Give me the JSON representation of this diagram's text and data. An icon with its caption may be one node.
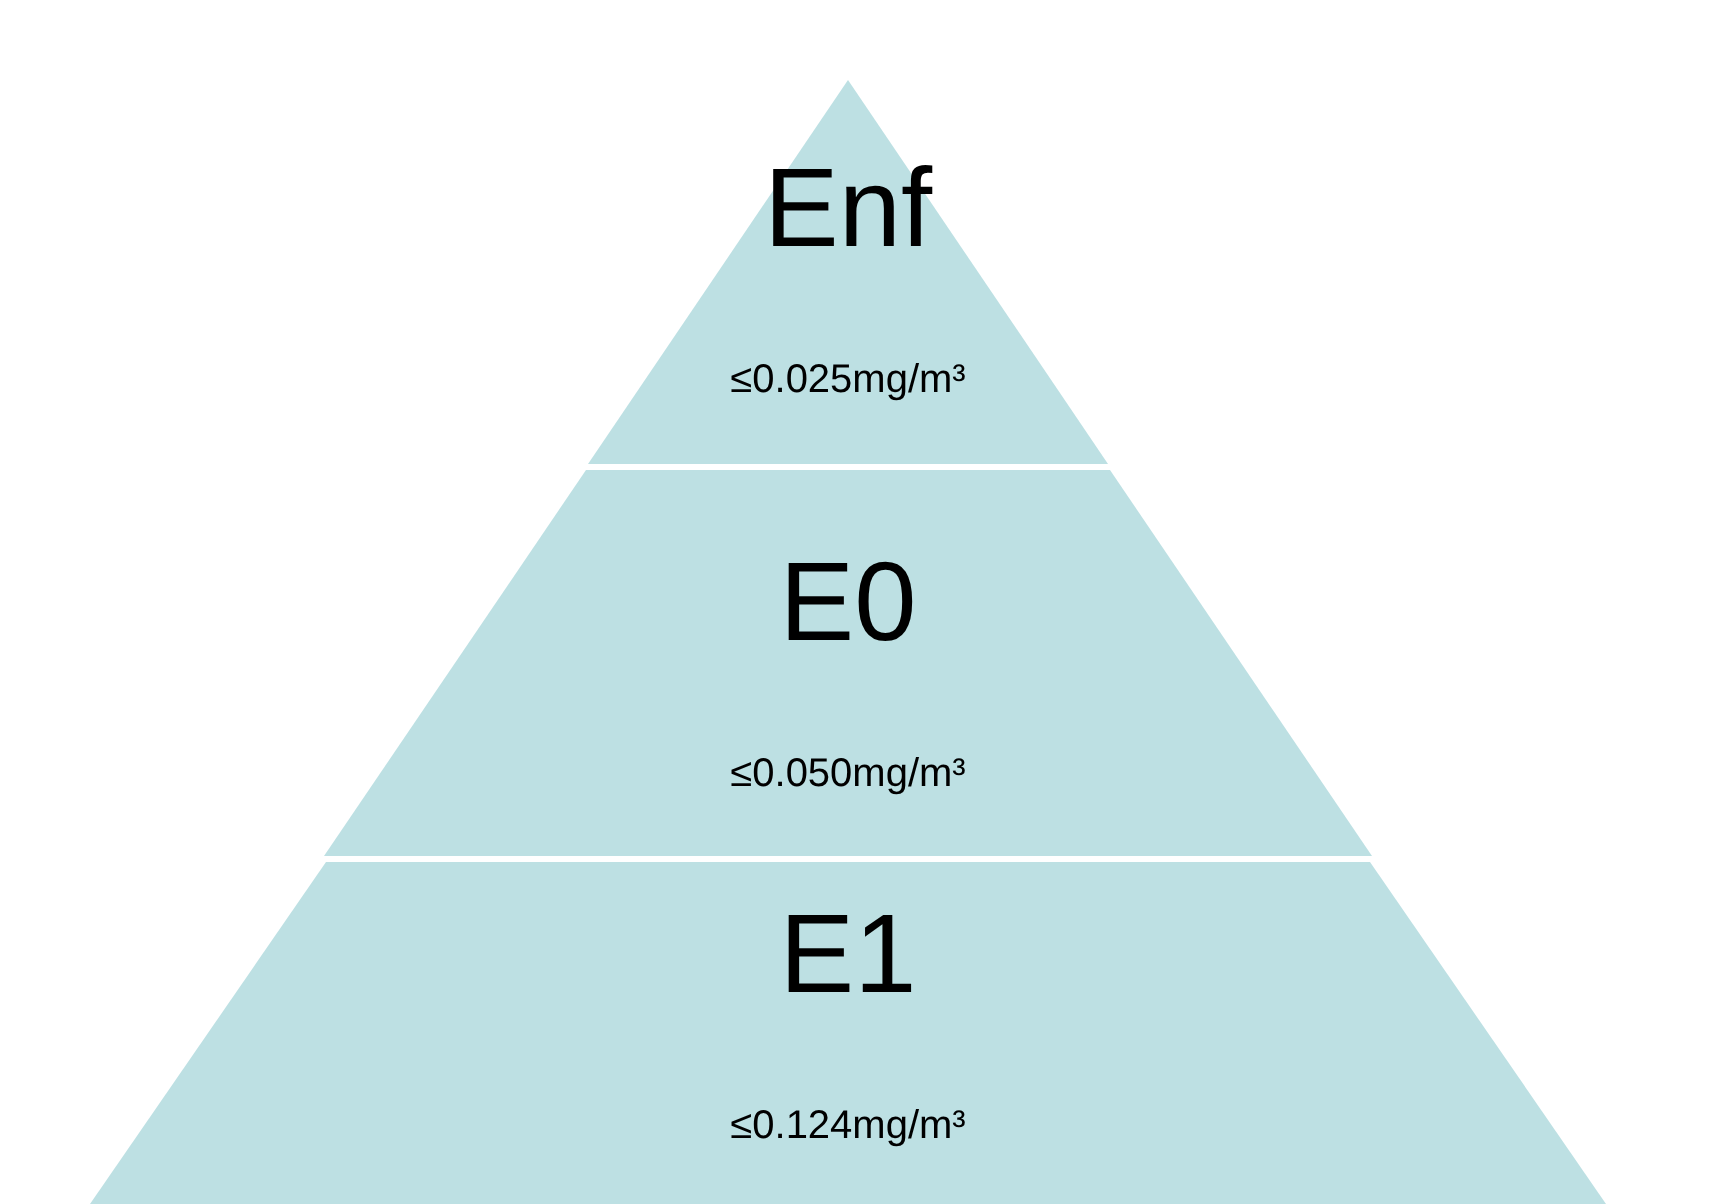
{
  "diagram": {
    "nodes": [
      {
        "text": [
          "Enf",
          "≤0.025mg/m³"
        ]
      },
      {
        "text": [
          "E0",
          "≤0.050mg/m³"
        ]
      },
      {
        "text": [
          "E1",
          "≤0.124mg/m³"
        ]
      }
    ]
  }
}
